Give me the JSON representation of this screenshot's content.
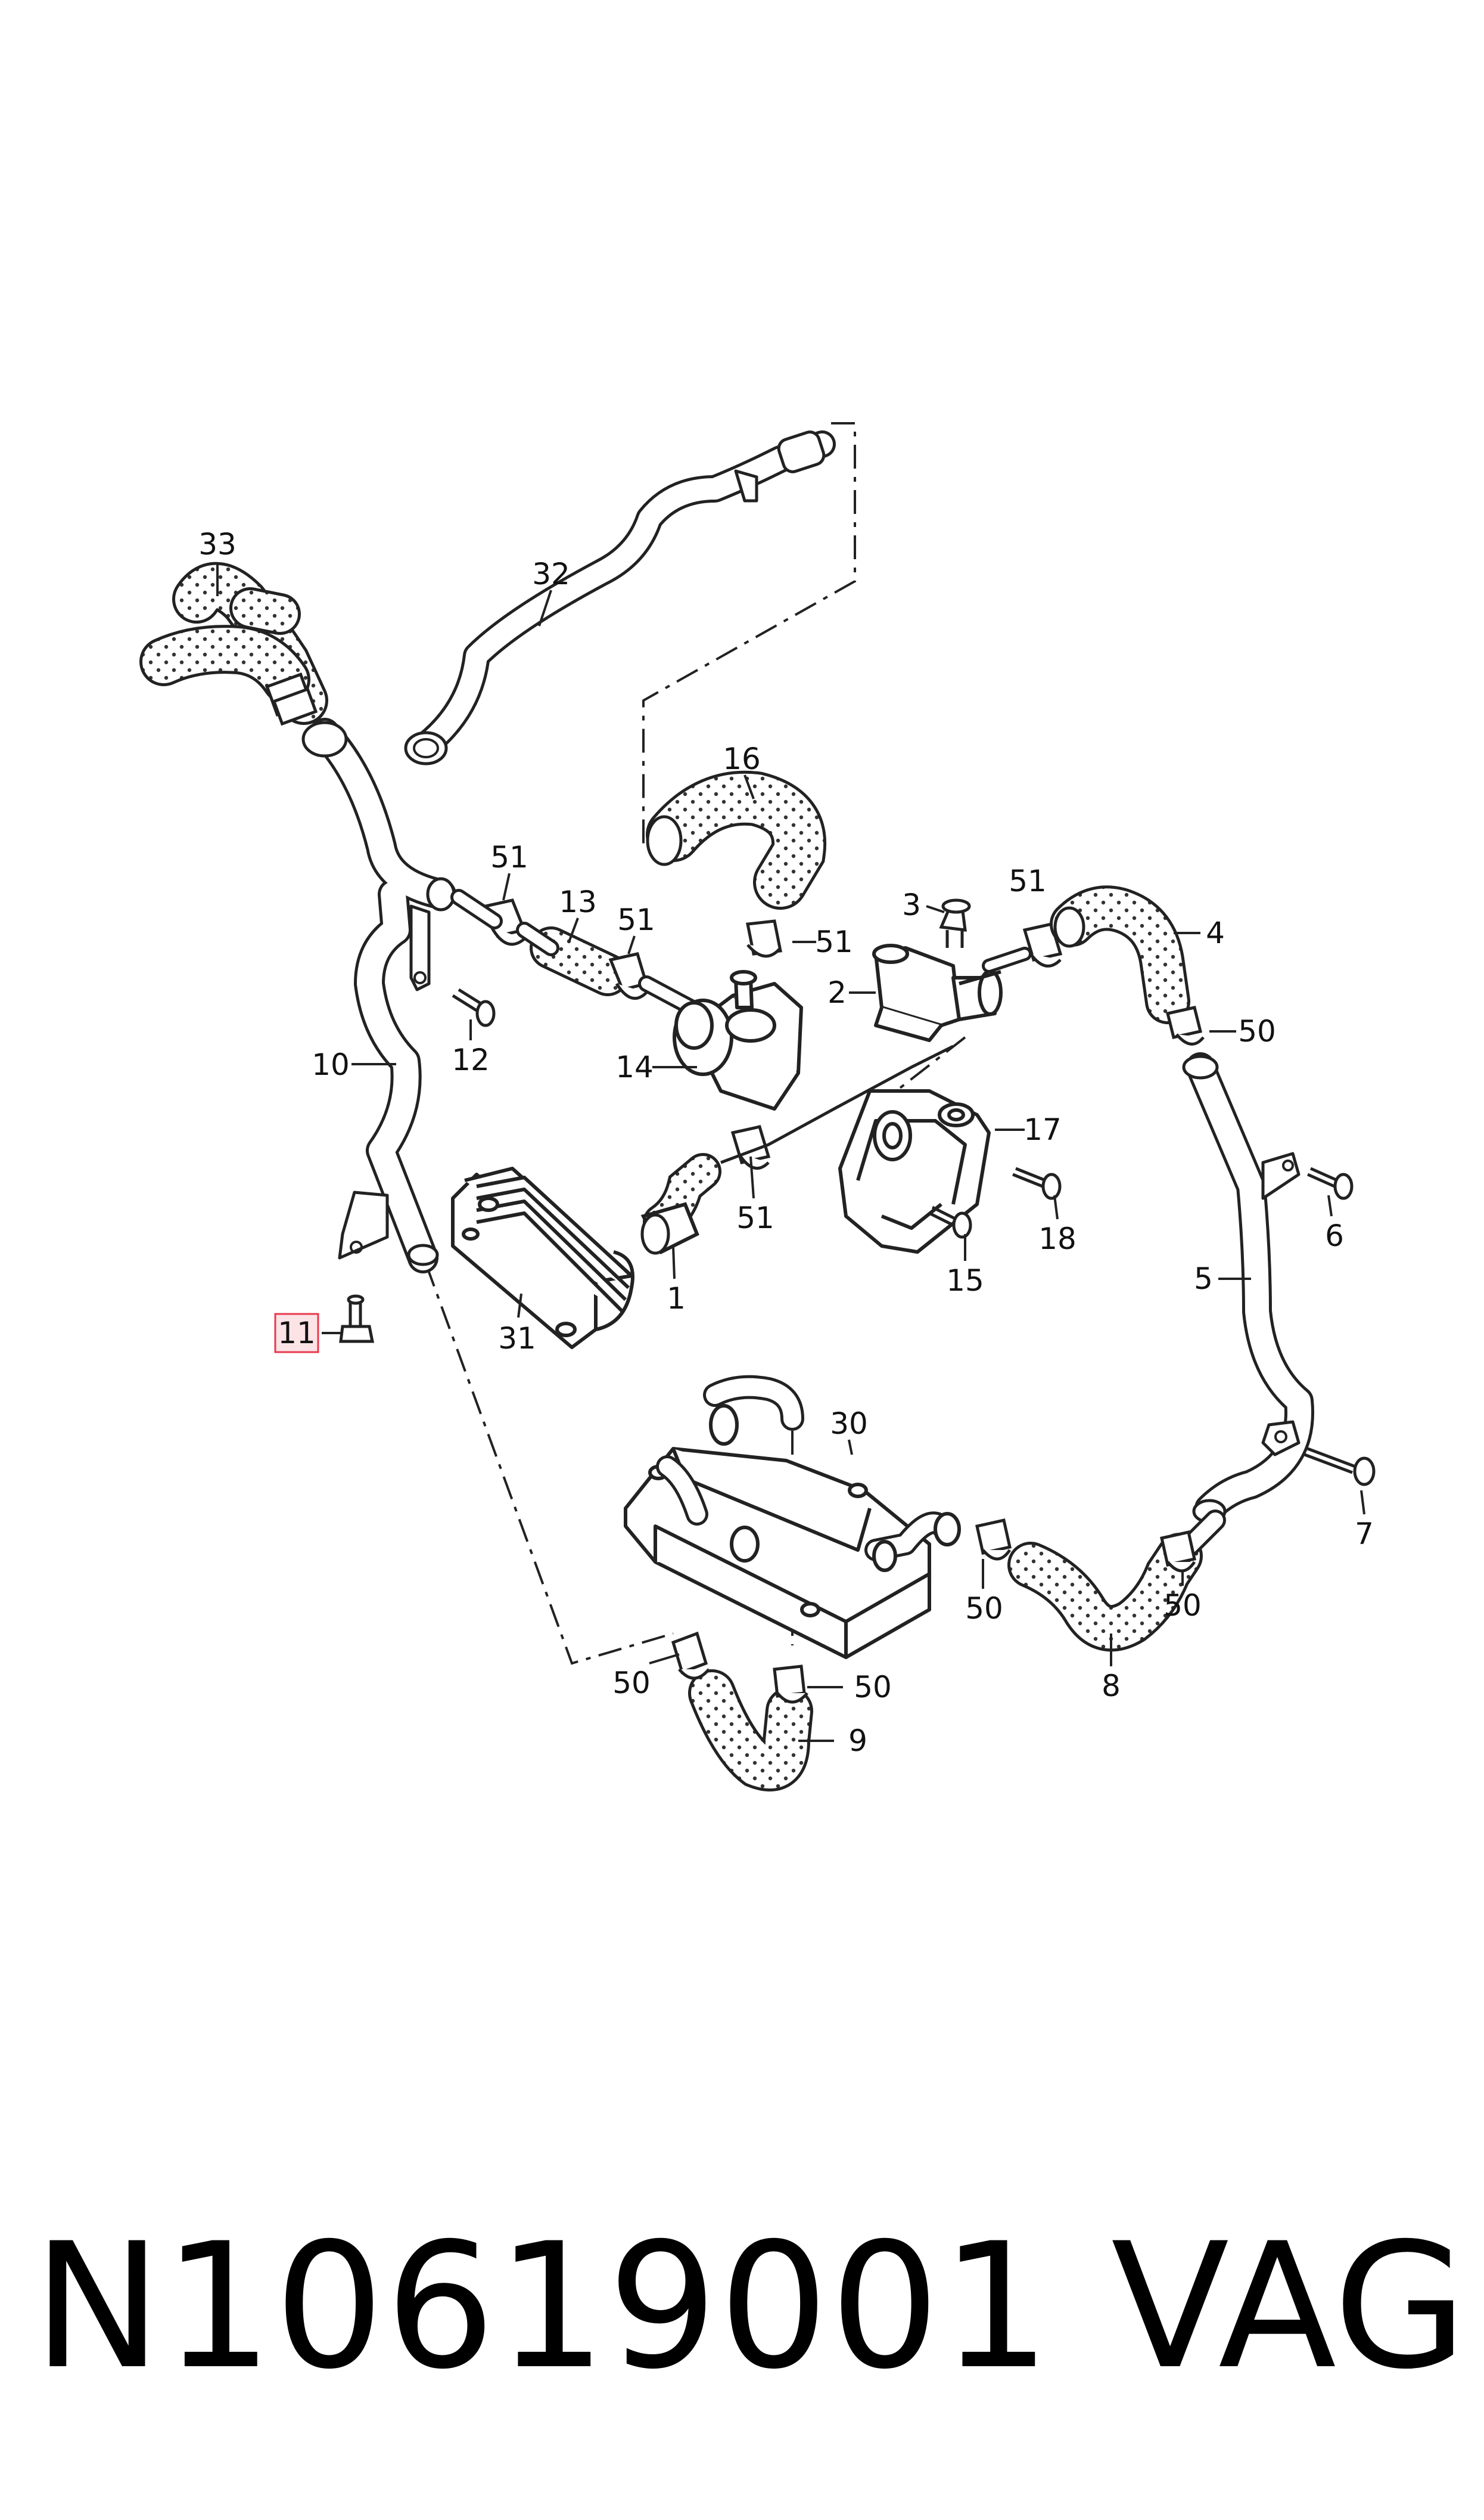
{
  "callouts": {
    "c33": "33",
    "c32": "32",
    "c16": "16",
    "c51a": "51",
    "c13": "13",
    "c51b": "51",
    "c3": "3",
    "c51c": "51",
    "c51d": "51",
    "c4": "4",
    "c2": "2",
    "c12": "12",
    "c10": "10",
    "c14": "14",
    "c50a": "50",
    "c17": "17",
    "c6": "6",
    "c51e": "51",
    "c18": "18",
    "c15": "15",
    "c1": "1",
    "c31": "31",
    "c11": "11",
    "c5": "5",
    "c30": "30",
    "c7": "7",
    "c50b": "50",
    "c50c": "50",
    "c8": "8",
    "c50d": "50",
    "c50e": "50",
    "c9": "9"
  },
  "highlight_color": "#e8394d",
  "footer": {
    "part_number": "N10619001",
    "brand": "VAG"
  }
}
